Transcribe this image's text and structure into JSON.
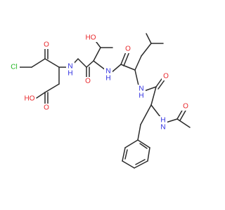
{
  "labels": {
    "cl": "Cl",
    "o_ketone": "O",
    "ho_acid": "HO",
    "o_acid": "O",
    "nh1": "N",
    "h1": "H",
    "o_amide1": "O",
    "ho_thr": "HO",
    "nh2": "N",
    "h2": "H",
    "o_amide2": "O",
    "nh3": "N",
    "h3": "H",
    "o_amide3": "O",
    "nh4": "N",
    "h4": "H",
    "o_acetyl": "O"
  },
  "colors": {
    "carbon": "#2b2b2b",
    "oxygen": "#e8262a",
    "nitrogen": "#2a2ae0",
    "chlorine": "#1fb51f"
  }
}
